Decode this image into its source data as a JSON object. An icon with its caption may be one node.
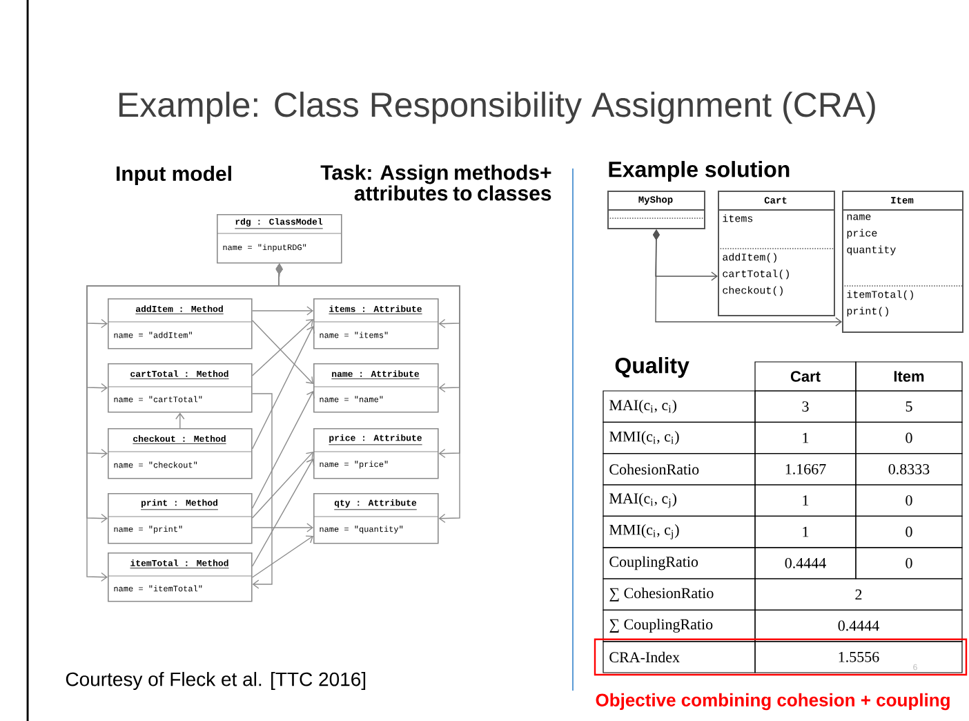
{
  "diagram": {
    "title": "Example: Class Responsibility Assignment (CRA)",
    "nodes": [
      {
        "text": [
          "rdg : ClassModel",
          "name = \"inputRDG\""
        ]
      },
      {
        "text": [
          "addItem : Method",
          "name = \"addItem\""
        ]
      },
      {
        "text": [
          "cartTotal : Method",
          "name = \"cartTotal\""
        ]
      },
      {
        "text": [
          "checkout : Method",
          "name = \"checkout\""
        ]
      },
      {
        "text": [
          "print : Method",
          "name = \"print\""
        ]
      },
      {
        "text": [
          "itemTotal : Method",
          "name = \"itemTotal\""
        ]
      },
      {
        "text": [
          "items : Attribute",
          "name = \"items\""
        ]
      },
      {
        "text": [
          "name : Attribute",
          "name = \"name\""
        ]
      },
      {
        "text": [
          "price : Attribute",
          "name = \"price\""
        ]
      },
      {
        "text": [
          "qty : Attribute",
          "name = \"quantity\""
        ]
      },
      {
        "text": [
          "MyShop"
        ]
      },
      {
        "text": [
          "Cart",
          "items",
          "addItem() cartTotal() checkout()"
        ]
      },
      {
        "text": [
          "Item",
          "name price quantity",
          "itemTotal() print()"
        ]
      }
    ],
    "edges": [
      {
        "from": 0,
        "to": 1,
        "arrow": "to"
      },
      {
        "from": 0,
        "to": 2,
        "arrow": "to"
      },
      {
        "from": 0,
        "to": 3,
        "arrow": "to"
      },
      {
        "from": 0,
        "to": 4,
        "arrow": "to"
      },
      {
        "from": 0,
        "to": 5,
        "arrow": "to"
      },
      {
        "from": 0,
        "to": 6,
        "arrow": "to"
      },
      {
        "from": 0,
        "to": 7,
        "arrow": "to"
      },
      {
        "from": 0,
        "to": 8,
        "arrow": "to"
      },
      {
        "from": 0,
        "to": 9,
        "arrow": "to"
      },
      {
        "from": 1,
        "to": 6,
        "arrow": "to"
      },
      {
        "from": 1,
        "to": 7,
        "arrow": "to"
      },
      {
        "from": 2,
        "to": 6,
        "arrow": "to"
      },
      {
        "from": 2,
        "to": 5,
        "arrow": "to"
      },
      {
        "from": 3,
        "to": 2,
        "arrow": "to"
      },
      {
        "from": 3,
        "to": 6,
        "arrow": "to"
      },
      {
        "from": 4,
        "to": 7,
        "arrow": "to"
      },
      {
        "from": 4,
        "to": 8,
        "arrow": "to"
      },
      {
        "from": 4,
        "to": 9,
        "arrow": "to"
      },
      {
        "from": 5,
        "to": 8,
        "arrow": "to"
      },
      {
        "from": 5,
        "to": 9,
        "arrow": "to"
      },
      {
        "from": 10,
        "to": 11,
        "arrow": "to"
      },
      {
        "from": 10,
        "to": 12,
        "arrow": "to"
      }
    ],
    "labels": [
      "Input model",
      "Task: Assign methods+ attributes to classes",
      "Example solution",
      "Quality",
      "Cart",
      "Item",
      "MAI(c$_{i}$, c$_{i}$)",
      "3",
      "5",
      "MMI(c$_{i}$, c$_{i}$)",
      "1",
      "0",
      "CohesionRatio",
      "1.1667",
      "0.8333",
      "MAI(c$_{i}$, c$_{j}$)",
      "1",
      "0",
      "MMI(c$_{i}$, c$_{j}$)",
      "1",
      "0",
      "CouplingRatio",
      "0.4444",
      "0",
      "∑ CohesionRatio",
      "2",
      "∑ CouplingRatio",
      "0.4444",
      "CRA-Index",
      "1.5556",
      "Courtesy of Fleck et al. [TTC 2016]",
      "Objective combining cohesion + coupling",
      "6"
    ]
  }
}
